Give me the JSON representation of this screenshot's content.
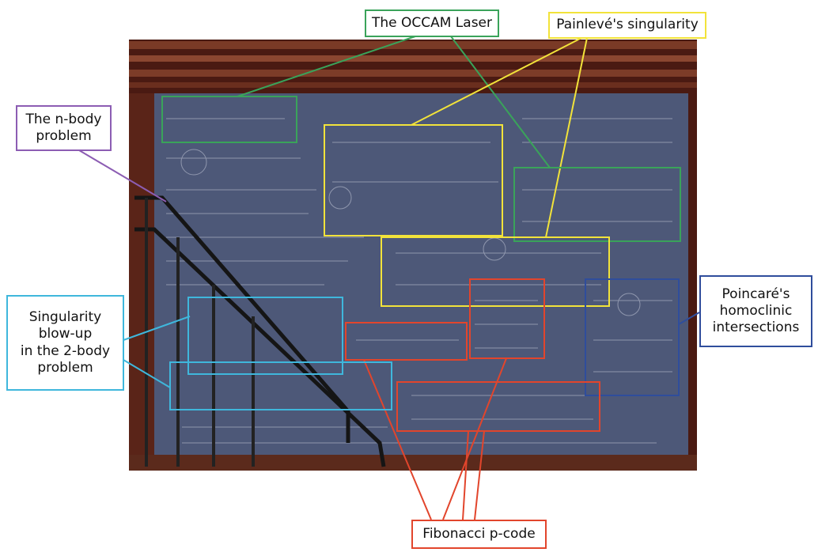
{
  "labels": {
    "occam": "The OCCAM Laser",
    "painleve": "Painlevé's singularity",
    "nbody": "The n-body\nproblem",
    "singularity": "Singularity\nblow-up\nin the 2-body\nproblem",
    "poincare": "Poincaré's\nhomoclinic\nintersections",
    "fibonacci": "Fibonacci p-code"
  },
  "colors": {
    "green": "#3aa35a",
    "yellow": "#f2e33a",
    "purple": "#8c5db3",
    "cyan": "#3fb7dc",
    "blue": "#2f4d9c",
    "red": "#e2452c",
    "board": "#4d5878",
    "wood": "#5a2418"
  }
}
